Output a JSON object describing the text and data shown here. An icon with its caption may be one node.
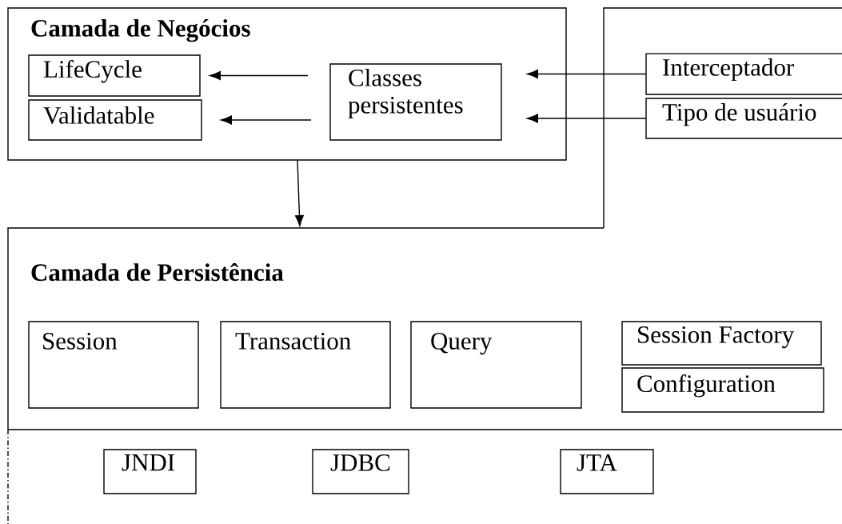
{
  "diagram": {
    "nodes": [
      {
        "text": [
          "Camada de Negócios"
        ]
      },
      {
        "text": [
          "LifeCycle"
        ],
        "in": 0
      },
      {
        "text": [
          "Validatable"
        ],
        "in": 0
      },
      {
        "text": [
          "Classes persistentes"
        ],
        "in": 0
      },
      {
        "text": [
          "Camada de Persistência"
        ]
      },
      {
        "text": [
          "Interceptador"
        ]
      },
      {
        "text": [
          "Tipo de usuário"
        ]
      },
      {
        "text": [
          "Session"
        ],
        "in": 4
      },
      {
        "text": [
          "Transaction"
        ],
        "in": 4
      },
      {
        "text": [
          "Query"
        ],
        "in": 4
      },
      {
        "text": [
          "Session Factory"
        ],
        "in": 4
      },
      {
        "text": [
          "Configuration"
        ],
        "in": 4
      },
      {
        "text": [
          "JNDI"
        ]
      },
      {
        "text": [
          "JDBC"
        ]
      },
      {
        "text": [
          "JTA"
        ]
      }
    ],
    "edges": [
      {
        "from": 3,
        "to": 1,
        "arrow": "to"
      },
      {
        "from": 3,
        "to": 2,
        "arrow": "to"
      },
      {
        "from": 5,
        "to": 3,
        "arrow": "to"
      },
      {
        "from": 6,
        "to": 3,
        "arrow": "to"
      },
      {
        "from": 0,
        "to": 4,
        "arrow": "to"
      }
    ]
  }
}
